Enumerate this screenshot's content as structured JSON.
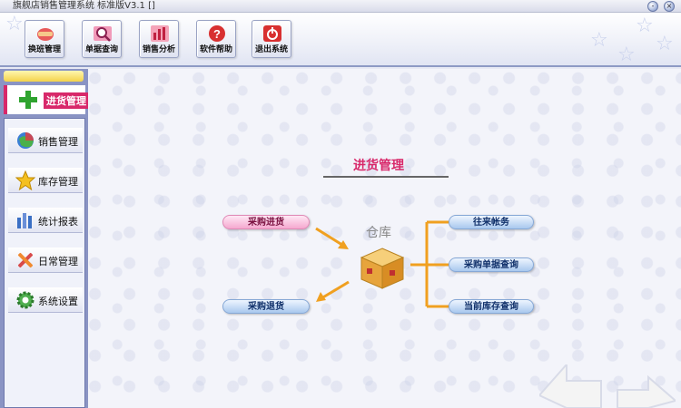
{
  "window": {
    "title": "旗舰店销售管理系统 标准版V3.1 []",
    "minimize": "-",
    "close": "×"
  },
  "toolbar": {
    "buttons": [
      {
        "label": "换班管理",
        "icon": "handshake-icon",
        "color": "#d05050"
      },
      {
        "label": "单据查询",
        "icon": "magnifier-icon",
        "color": "#c03060"
      },
      {
        "label": "销售分析",
        "icon": "bar-chart-icon",
        "color": "#c02040"
      },
      {
        "label": "软件帮助",
        "icon": "help-icon",
        "color": "#c02020"
      },
      {
        "label": "退出系统",
        "icon": "power-icon",
        "color": "#c02020"
      }
    ]
  },
  "sidebar": {
    "active": {
      "label": "进货管理",
      "icon": "plus-icon",
      "color": "#2fa32f"
    },
    "items": [
      {
        "label": "销售管理",
        "icon": "globe-icon"
      },
      {
        "label": "库存管理",
        "icon": "star-icon"
      },
      {
        "label": "统计报表",
        "icon": "bar-chart-icon"
      },
      {
        "label": "日常管理",
        "icon": "tools-icon"
      },
      {
        "label": "系统设置",
        "icon": "gear-icon"
      }
    ]
  },
  "main": {
    "title": "进货管理",
    "warehouse_label": "仓库",
    "left_actions": [
      "采购进货",
      "采购退货"
    ],
    "right_actions": [
      "往来帐务",
      "采购单据查询",
      "当前库存查询"
    ]
  },
  "colors": {
    "accent": "#d8286a",
    "arrow": "#f0a020",
    "sidebar": "#8a94c4"
  }
}
